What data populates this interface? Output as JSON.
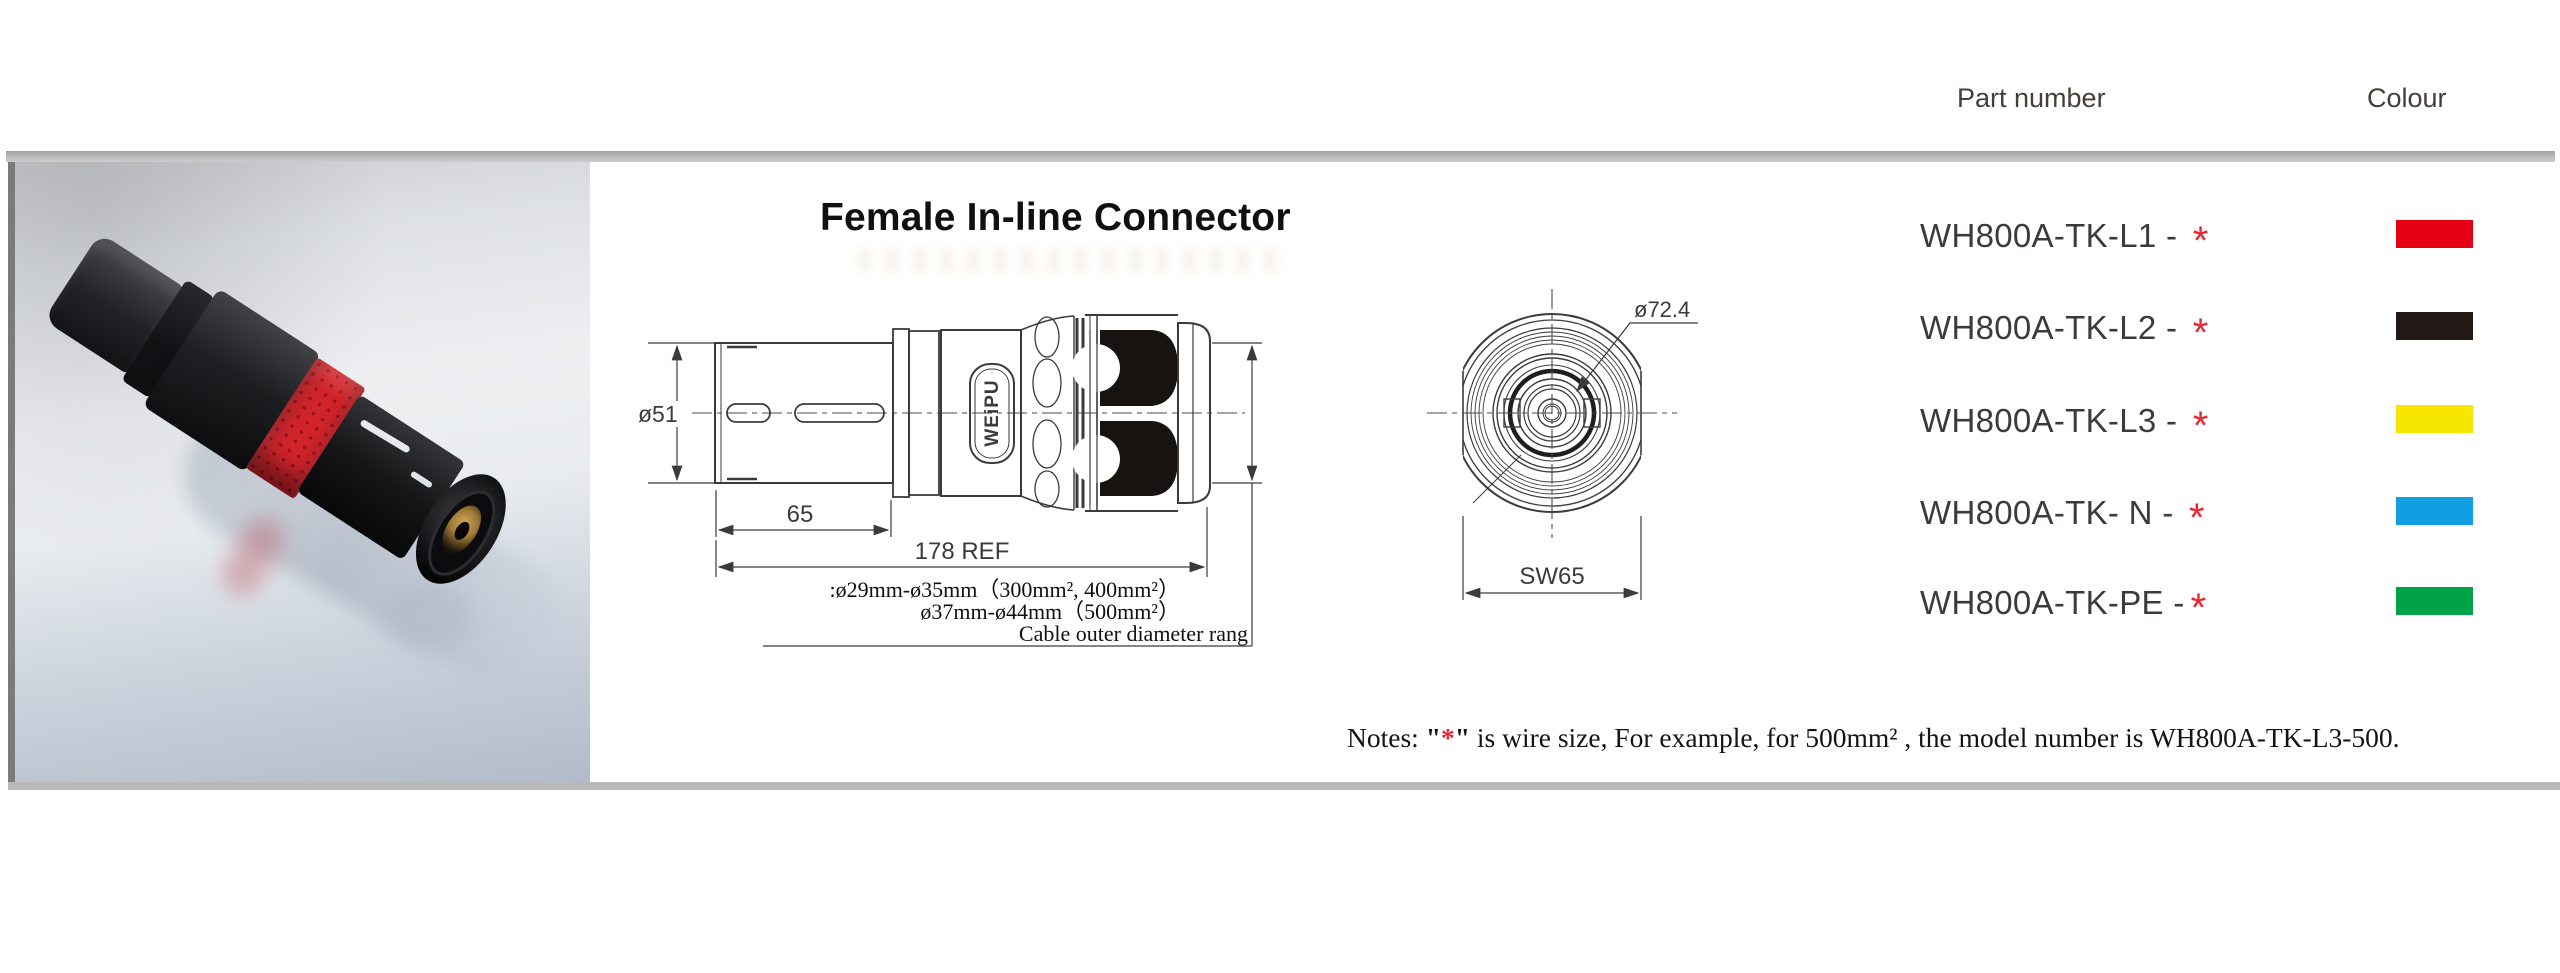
{
  "header": {
    "part_number": "Part number",
    "colour": "Colour"
  },
  "title": "Female In-line Connector",
  "parts": {
    "rows": [
      {
        "part_number": "WH800A-TK-L1 - ",
        "asterisk": "*",
        "colour_hex": "#e60014",
        "colour_name": "red"
      },
      {
        "part_number": "WH800A-TK-L2 - ",
        "asterisk": "*",
        "colour_hex": "#231a17",
        "colour_name": "black"
      },
      {
        "part_number": "WH800A-TK-L3 - ",
        "asterisk": "*",
        "colour_hex": "#f7e700",
        "colour_name": "yellow"
      },
      {
        "part_number": "WH800A-TK- N - ",
        "asterisk": "*",
        "colour_hex": "#129fe2",
        "colour_name": "blue"
      },
      {
        "part_number": "WH800A-TK-PE -",
        "asterisk": "*",
        "colour_hex": "#00a447",
        "colour_name": "green"
      }
    ]
  },
  "side_view": {
    "dia_label": "ø51",
    "len_front": "65",
    "len_total": "178 REF",
    "logo_text": "WEiPU",
    "cable_note_1": ":ø29mm-ø35mm（300mm², 400mm²）",
    "cable_note_2": "ø37mm-ø44mm（500mm²）",
    "cable_note_3": "Cable outer diameter rang"
  },
  "front_view": {
    "dia_label": "ø72.4",
    "across_flats": "SW65"
  },
  "notes": {
    "prefix": "Notes:  ",
    "quote_open": "\"",
    "asterisk": "*",
    "quote_close": "\"",
    "body": " is wire size,  For example, for 500mm² , the model number is WH800A-TK-L3-500."
  }
}
